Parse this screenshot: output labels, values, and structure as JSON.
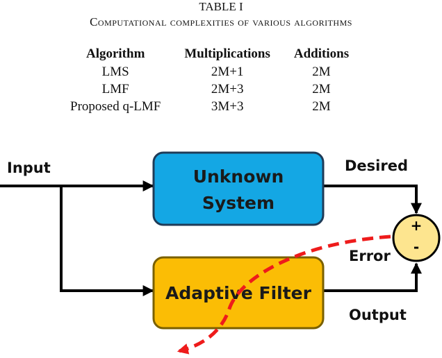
{
  "table": {
    "caption_line1": "TABLE I",
    "caption_line2": "Computational complexities of various algorithms",
    "headers": [
      "Algorithm",
      "Multiplications",
      "Additions"
    ],
    "rows": [
      [
        "LMS",
        "2M+1",
        "2M"
      ],
      [
        "LMF",
        "2M+3",
        "2M"
      ],
      [
        "Proposed q-LMF",
        "3M+3",
        "2M"
      ]
    ]
  },
  "diagram": {
    "input_label": "Input",
    "desired_label": "Desired",
    "error_label": "Error",
    "output_label": "Output",
    "unknown_system_line1": "Unknown",
    "unknown_system_line2": "System",
    "adaptive_filter_label": "Adaptive Filter",
    "summer_plus": "+",
    "summer_minus": "-",
    "colors": {
      "unknown_system_fill": "#14a7e4",
      "adaptive_filter_fill": "#fbbd05",
      "summer_fill": "#fde58f",
      "error_arrow": "#ee1b1b"
    }
  }
}
